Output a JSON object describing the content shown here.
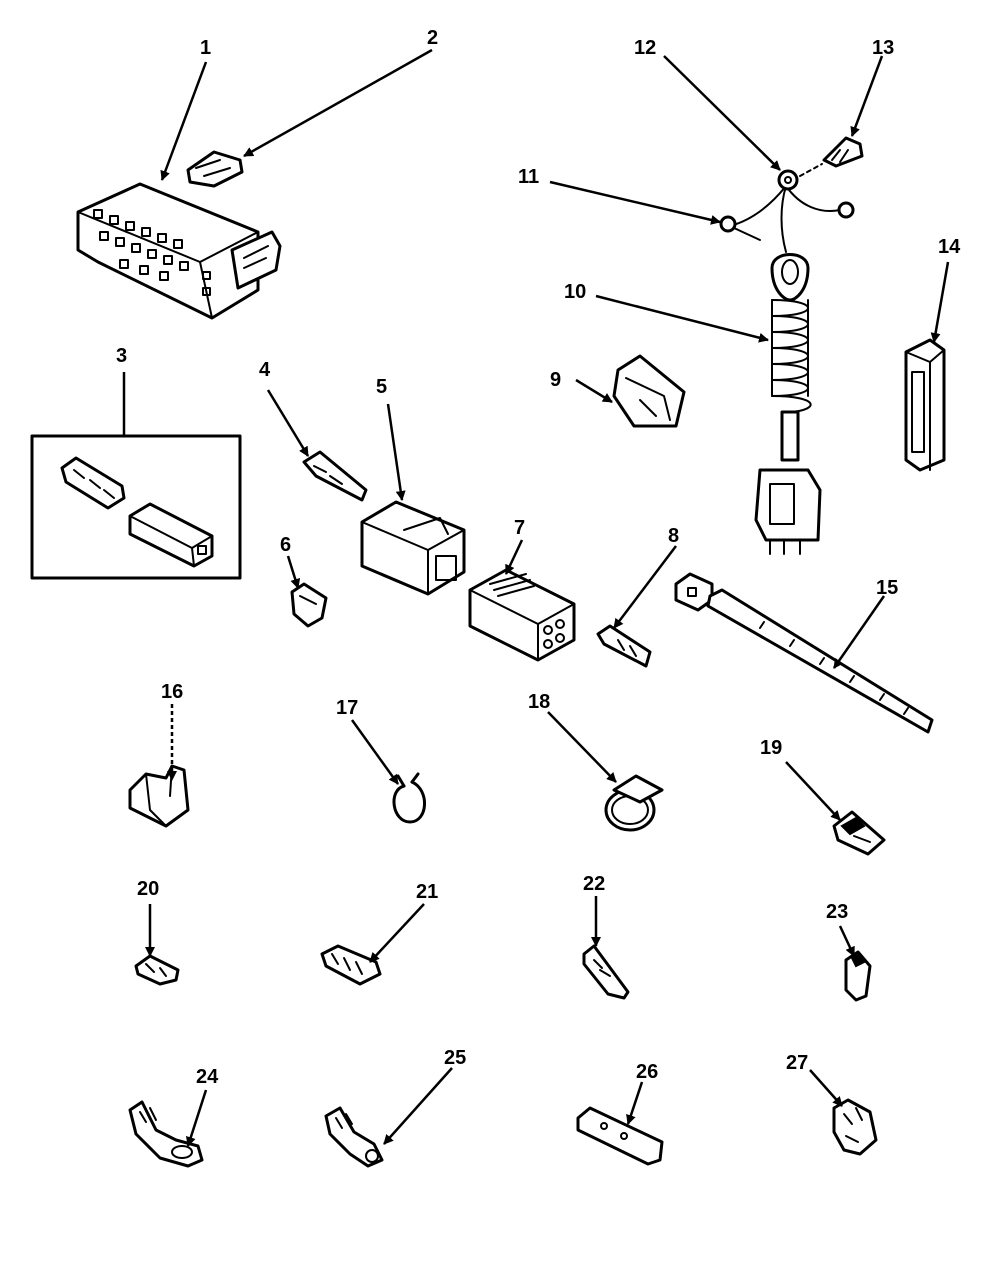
{
  "callouts": {
    "c1": "1",
    "c2": "2",
    "c3": "3",
    "c4": "4",
    "c5": "5",
    "c6": "6",
    "c7": "7",
    "c8": "8",
    "c9": "9",
    "c10": "10",
    "c11": "11",
    "c12": "12",
    "c13": "13",
    "c14": "14",
    "c15": "15",
    "c16": "16",
    "c17": "17",
    "c18": "18",
    "c19": "19",
    "c20": "20",
    "c21": "21",
    "c22": "22",
    "c23": "23",
    "c24": "24",
    "c25": "25",
    "c26": "26",
    "c27": "27"
  },
  "colors": {
    "ink": "#000000",
    "paper": "#ffffff"
  }
}
